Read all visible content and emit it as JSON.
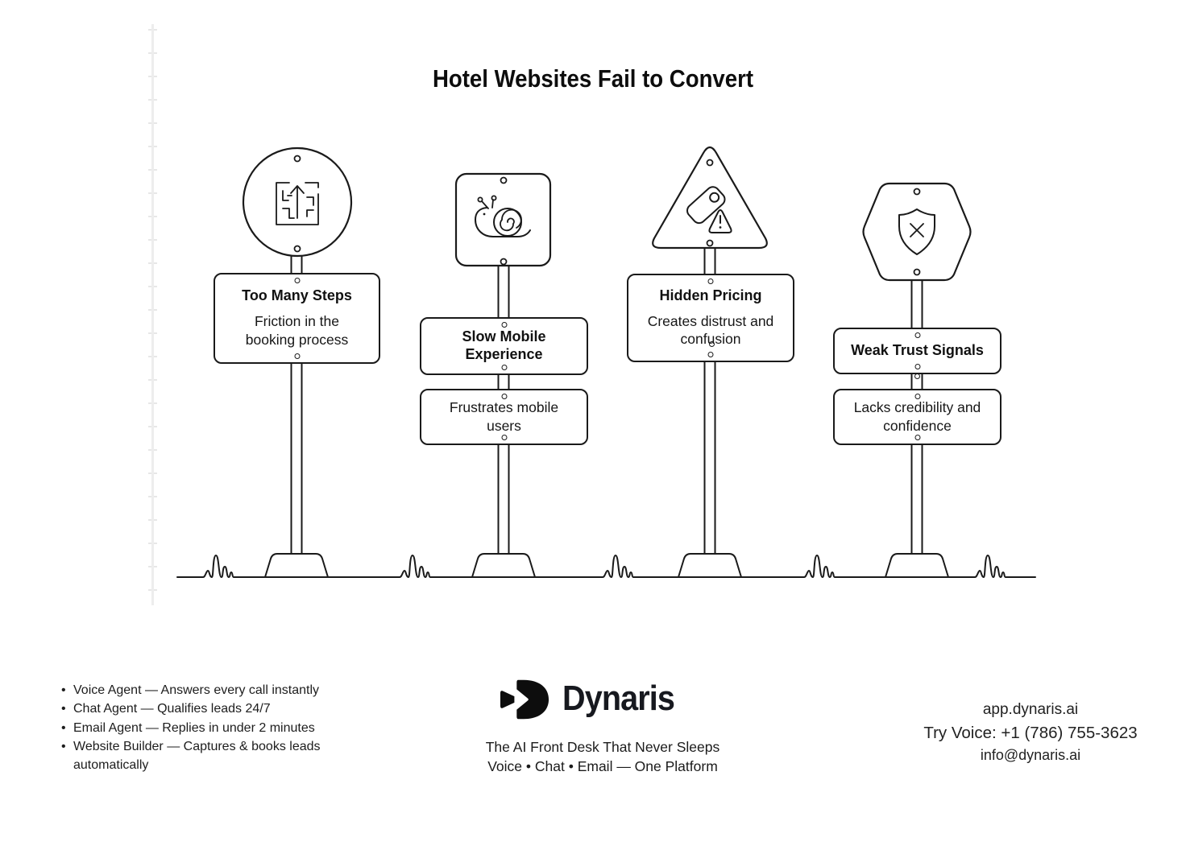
{
  "title": "Hotel Websites Fail to Convert",
  "signs": [
    {
      "icon": "maze-arrow-icon",
      "shape": "circle",
      "title": "Too Many Steps",
      "body": "Friction in the booking process"
    },
    {
      "icon": "snail-icon",
      "shape": "rounded-square",
      "title": "Slow Mobile Experience",
      "body": "Frustrates mobile users"
    },
    {
      "icon": "price-tag-warning-icon",
      "shape": "triangle",
      "title": "Hidden Pricing",
      "body": "Creates distrust and confusion"
    },
    {
      "icon": "shield-x-icon",
      "shape": "hexagon",
      "title": "Weak Trust Signals",
      "body": "Lacks credibility and confidence"
    }
  ],
  "footer": {
    "features": [
      "Voice Agent — Answers every call instantly",
      "Chat Agent — Qualifies leads 24/7",
      "Email Agent — Replies in under 2 minutes",
      "Website Builder — Captures & books leads automatically"
    ],
    "brand": {
      "name": "Dynaris",
      "tagline1": "The AI Front Desk That Never Sleeps",
      "tagline2": "Voice • Chat • Email — One Platform"
    },
    "contact": {
      "website": "app.dynaris.ai",
      "phone": "Try Voice: +1 (786) 755-3623",
      "email": "info@dynaris.ai"
    }
  },
  "colors": {
    "ink": "#1a1a1a",
    "logo": "#17191f",
    "ruler": "#ededed",
    "background": "#ffffff"
  }
}
